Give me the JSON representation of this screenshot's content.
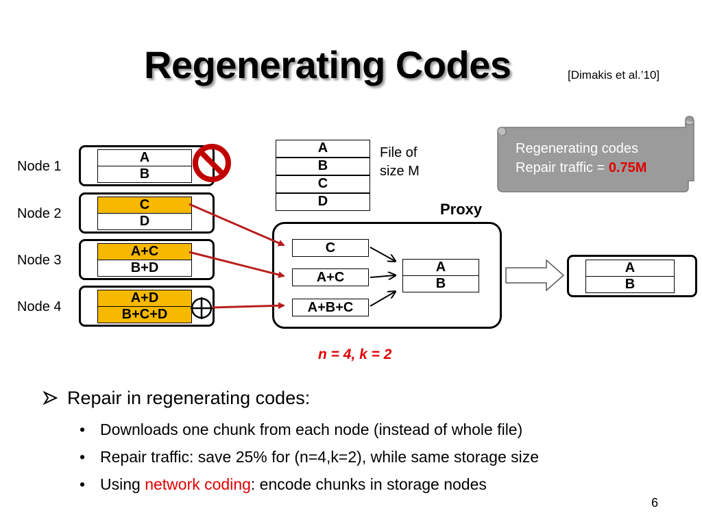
{
  "title": "Regenerating Codes",
  "citation": "[Dimakis et al.’10]",
  "nodes": [
    {
      "label": "Node 1",
      "chunks": [
        "A",
        "B"
      ]
    },
    {
      "label": "Node 2",
      "chunks": [
        "C",
        "D"
      ]
    },
    {
      "label": "Node 3",
      "chunks": [
        "A+C",
        "B+D"
      ]
    },
    {
      "label": "Node 4",
      "chunks": [
        "A+D",
        "B+C+D"
      ]
    }
  ],
  "file": {
    "chunks": [
      "A",
      "B",
      "C",
      "D"
    ],
    "label_line1": "File of",
    "label_line2": "size M"
  },
  "proxy": {
    "label": "Proxy",
    "downloaded": [
      "C",
      "A+C",
      "A+B+C"
    ],
    "decoded": [
      "A",
      "B"
    ]
  },
  "new_node": {
    "chunks": [
      "A",
      "B"
    ]
  },
  "callout": {
    "line1": "Regenerating codes",
    "line2_prefix": "Repair traffic = ",
    "line2_value": "0.75M"
  },
  "params": "n = 4, k = 2",
  "bullets": {
    "main": "Repair in regenerating codes:",
    "items": [
      {
        "text": "Downloads one chunk from each node (instead of whole file)"
      },
      {
        "text": "Repair traffic: save 25% for (n=4,k=2), while same storage size"
      },
      {
        "prefix": "Using ",
        "highlight": "network coding",
        "suffix": ": encode chunks in storage nodes"
      }
    ]
  },
  "page_number": "6",
  "colors": {
    "accent_red": "#e00000",
    "chunk_orange": "#f7b800",
    "arrow_red": "#b81e1e",
    "callout_gray": "#9b9b9b"
  },
  "icons": {
    "failed_node": "prohibited-icon",
    "xor": "circled-plus-icon",
    "bullet": "arrow-bullet-icon"
  }
}
